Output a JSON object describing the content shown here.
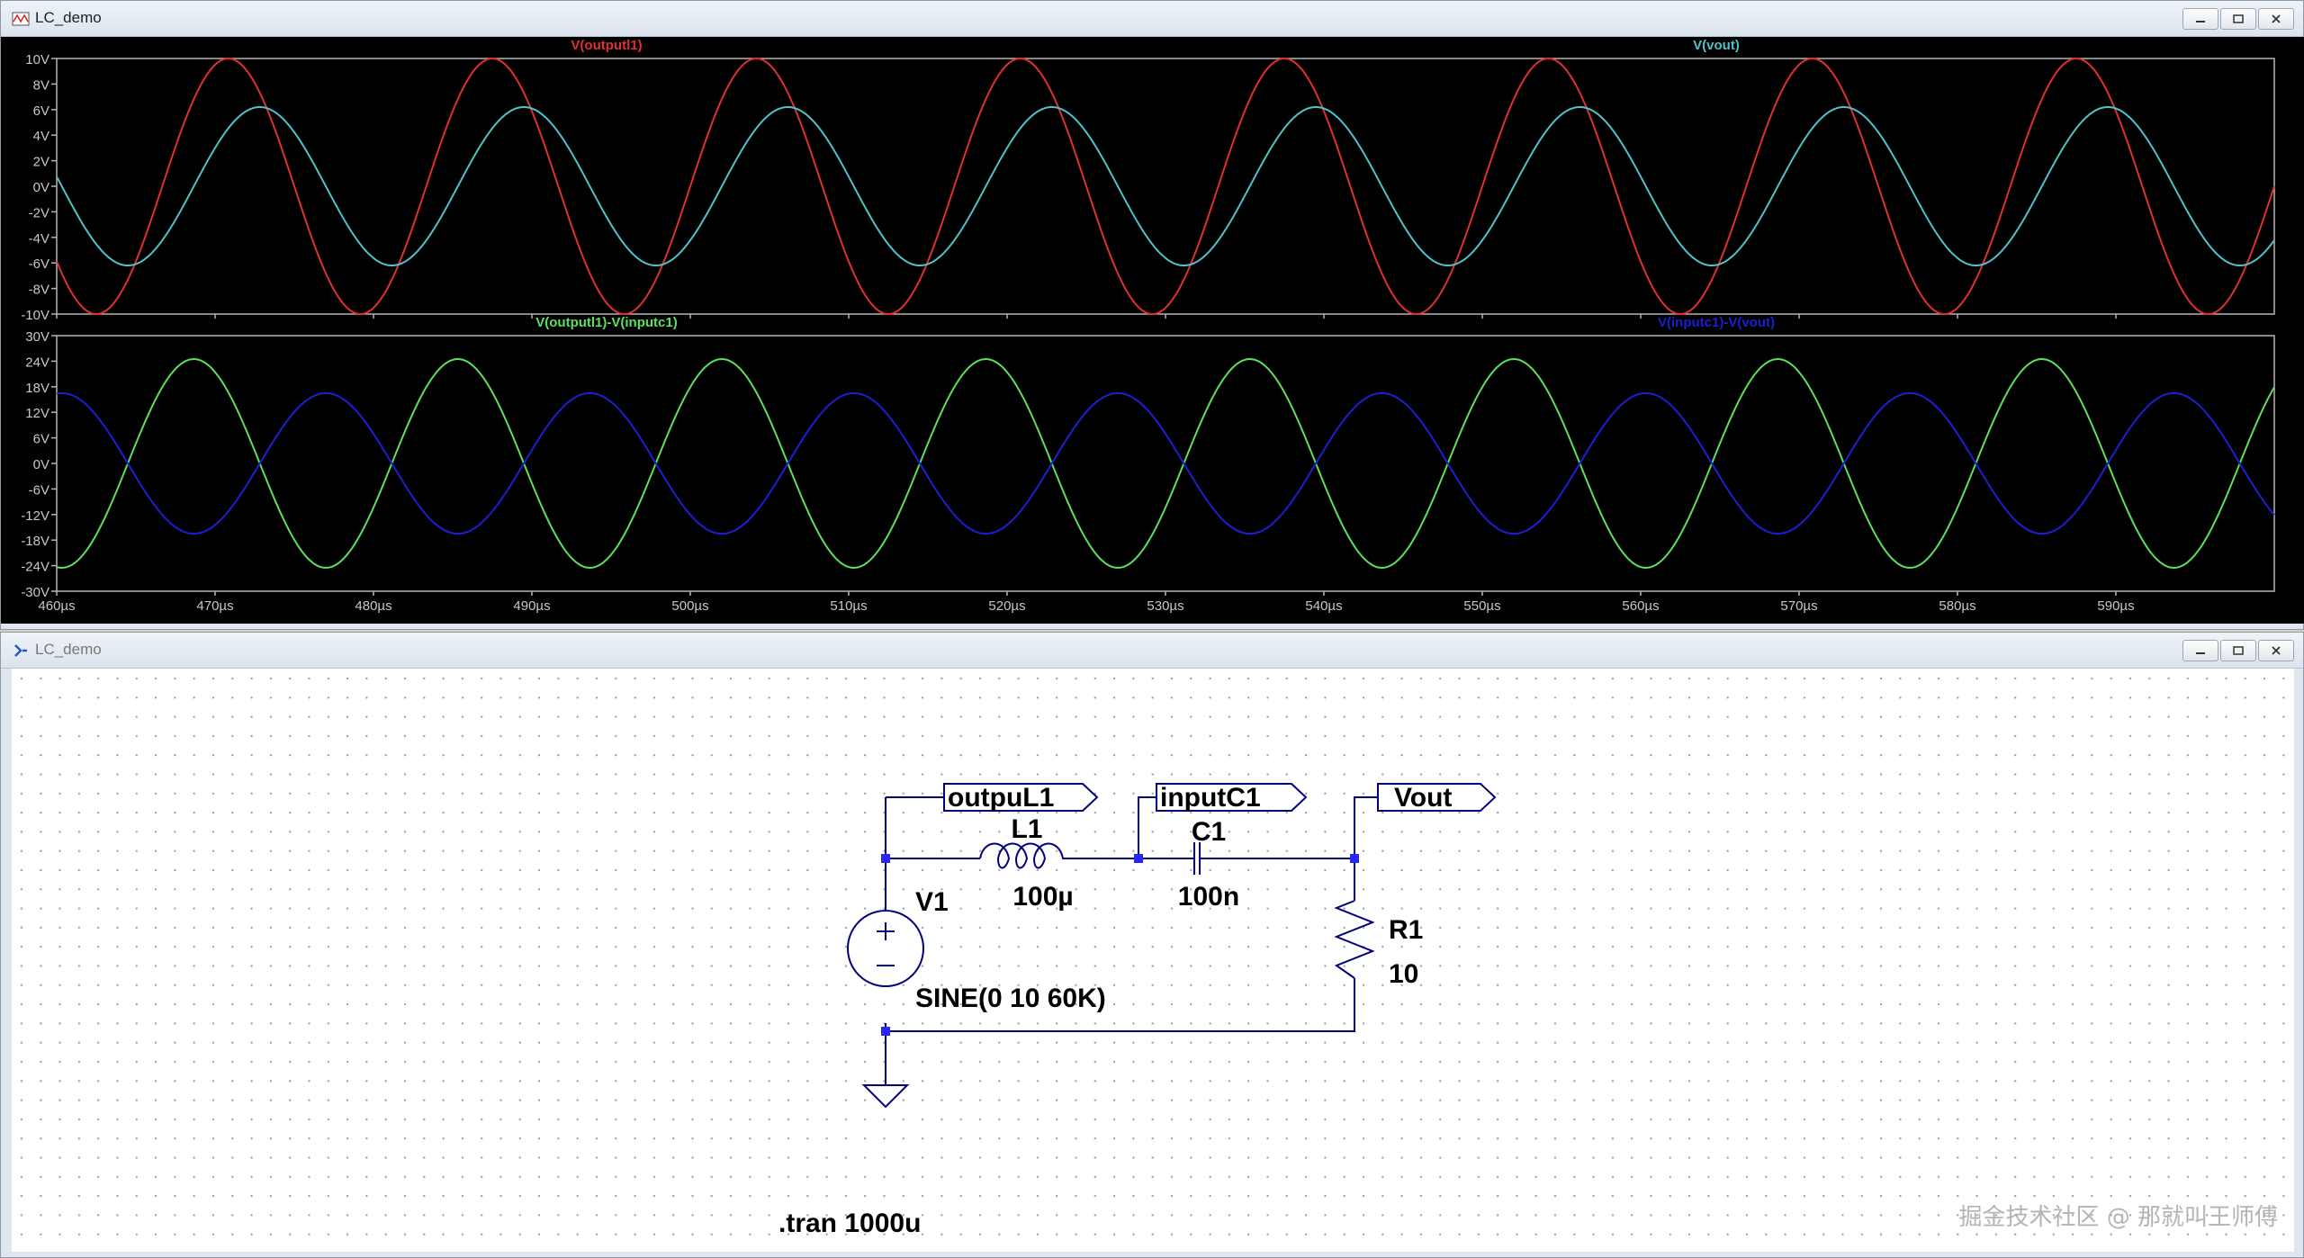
{
  "plot_window": {
    "title": "LC_demo",
    "controls": {
      "minimize": "minimize",
      "restore": "restore",
      "close": "close"
    }
  },
  "schematic_window": {
    "title": "LC_demo",
    "controls": {
      "minimize": "minimize",
      "restore": "restore",
      "close": "close"
    }
  },
  "colors": {
    "plot_bg": "#000000",
    "frame": "#b4b4b4",
    "axis_text": "#c8c8c8",
    "red": "#e03030",
    "cyan": "#4fc3c8",
    "green": "#5de05d",
    "blue": "#1d1dd6",
    "wire": "#00007a",
    "node": "#2626ff"
  },
  "chart_data": [
    {
      "type": "line",
      "x_unit": "µs",
      "xlim": [
        460,
        600
      ],
      "x_ticks": [
        "460µs",
        "470µs",
        "480µs",
        "490µs",
        "500µs",
        "510µs",
        "520µs",
        "530µs",
        "540µs",
        "550µs",
        "560µs",
        "570µs",
        "580µs",
        "590µs"
      ],
      "ylim": [
        -10,
        10
      ],
      "y_ticks": [
        "10V",
        "8V",
        "6V",
        "4V",
        "2V",
        "0V",
        "-2V",
        "-4V",
        "-6V",
        "-8V",
        "-10V"
      ],
      "series": [
        {
          "name": "V(outputl1)",
          "color": "#e03030",
          "amplitude": 10,
          "frequency_hz": 60000,
          "phase_deg": 0
        },
        {
          "name": "V(vout)",
          "color": "#4fc3c8",
          "amplitude": 6.2,
          "frequency_hz": 60000,
          "phase_deg": -43
        }
      ]
    },
    {
      "type": "line",
      "x_unit": "µs",
      "xlim": [
        460,
        600
      ],
      "x_ticks": [
        "460µs",
        "470µs",
        "480µs",
        "490µs",
        "500µs",
        "510µs",
        "520µs",
        "530µs",
        "540µs",
        "550µs",
        "560µs",
        "570µs",
        "580µs",
        "590µs"
      ],
      "ylim": [
        -30,
        30
      ],
      "y_ticks": [
        "30V",
        "24V",
        "18V",
        "12V",
        "6V",
        "0V",
        "-6V",
        "-12V",
        "-18V",
        "-24V",
        "-30V"
      ],
      "series": [
        {
          "name": "V(outputl1)-V(inputc1)",
          "color": "#5de05d",
          "amplitude": 24.5,
          "frequency_hz": 60000,
          "phase_deg": 47
        },
        {
          "name": "V(inputc1)-V(vout)",
          "color": "#1d1dd6",
          "amplitude": 16.5,
          "frequency_hz": 60000,
          "phase_deg": -133
        }
      ]
    }
  ],
  "schematic": {
    "net_labels": {
      "outputl1": "outpuL1",
      "inputc1": "inputC1",
      "vout": "Vout"
    },
    "L1": {
      "name": "L1",
      "value": "100µ"
    },
    "C1": {
      "name": "C1",
      "value": "100n"
    },
    "R1": {
      "name": "R1",
      "value": "10"
    },
    "V1": {
      "name": "V1",
      "value": "SINE(0 10 60K)"
    },
    "directive": ".tran 1000u"
  },
  "watermark": "掘金技术社区 @ 那就叫王师傅"
}
